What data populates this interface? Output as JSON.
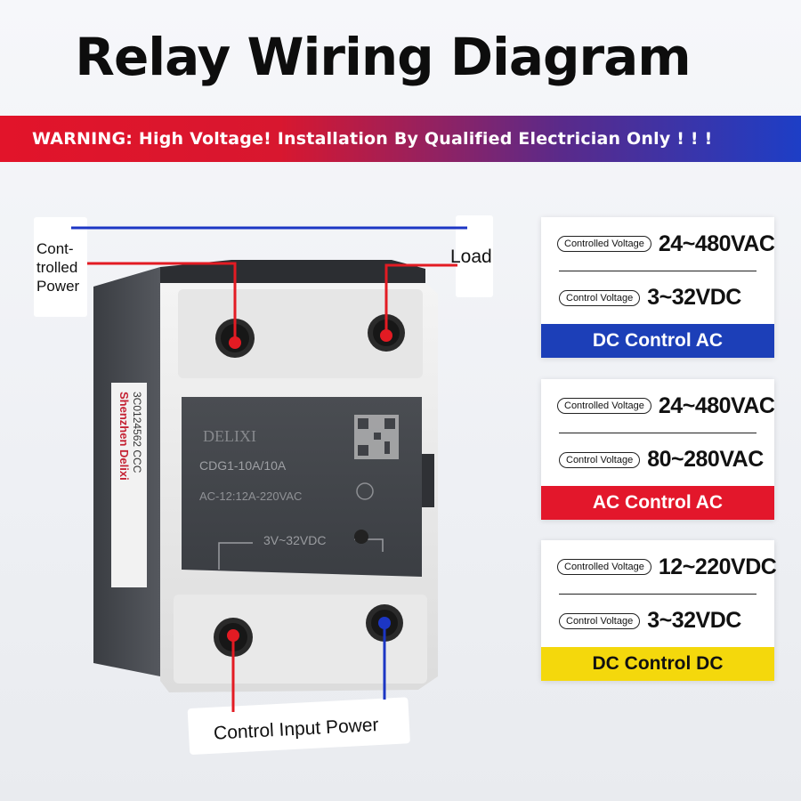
{
  "title": "Relay Wiring Diagram",
  "warning": "WARNING: High Voltage! Installation By Qualified Electrician Only ! ! !",
  "labels": {
    "controlled_power_line1": "Cont-",
    "controlled_power_line2": "trolled",
    "controlled_power_line3": "Power",
    "load": "Load",
    "control_input_power": "Control Input Power"
  },
  "device": {
    "brand": "DELIXI",
    "model": "CDG1-10A/10A",
    "rating": "AC-12:12A-220VAC",
    "input": "3V~32VDC",
    "side_label_1": "Shenzhen Delixi",
    "side_label_2": "3C0124562 CCC"
  },
  "specs": [
    {
      "controlled_label": "Controlled Voltage",
      "controlled_value": "24~480VAC",
      "control_label": "Control Voltage",
      "control_value": "3~32VDC",
      "mode": "DC Control AC",
      "mode_color": "#1c3fb8",
      "mode_text_color": "#ffffff"
    },
    {
      "controlled_label": "Controlled Voltage",
      "controlled_value": "24~480VAC",
      "control_label": "Control Voltage",
      "control_value": "80~280VAC",
      "mode": "AC Control AC",
      "mode_color": "#e3172b",
      "mode_text_color": "#ffffff"
    },
    {
      "controlled_label": "Controlled Voltage",
      "controlled_value": "12~220VDC",
      "control_label": "Control Voltage",
      "control_value": "3~32VDC",
      "mode": "DC Control DC",
      "mode_color": "#f4d80c",
      "mode_text_color": "#111111"
    }
  ],
  "colors": {
    "wire_red": "#e31b23",
    "wire_blue": "#1c36c4",
    "terminal_dot_red": "#e31b23",
    "terminal_dot_blue": "#1c36c4"
  }
}
